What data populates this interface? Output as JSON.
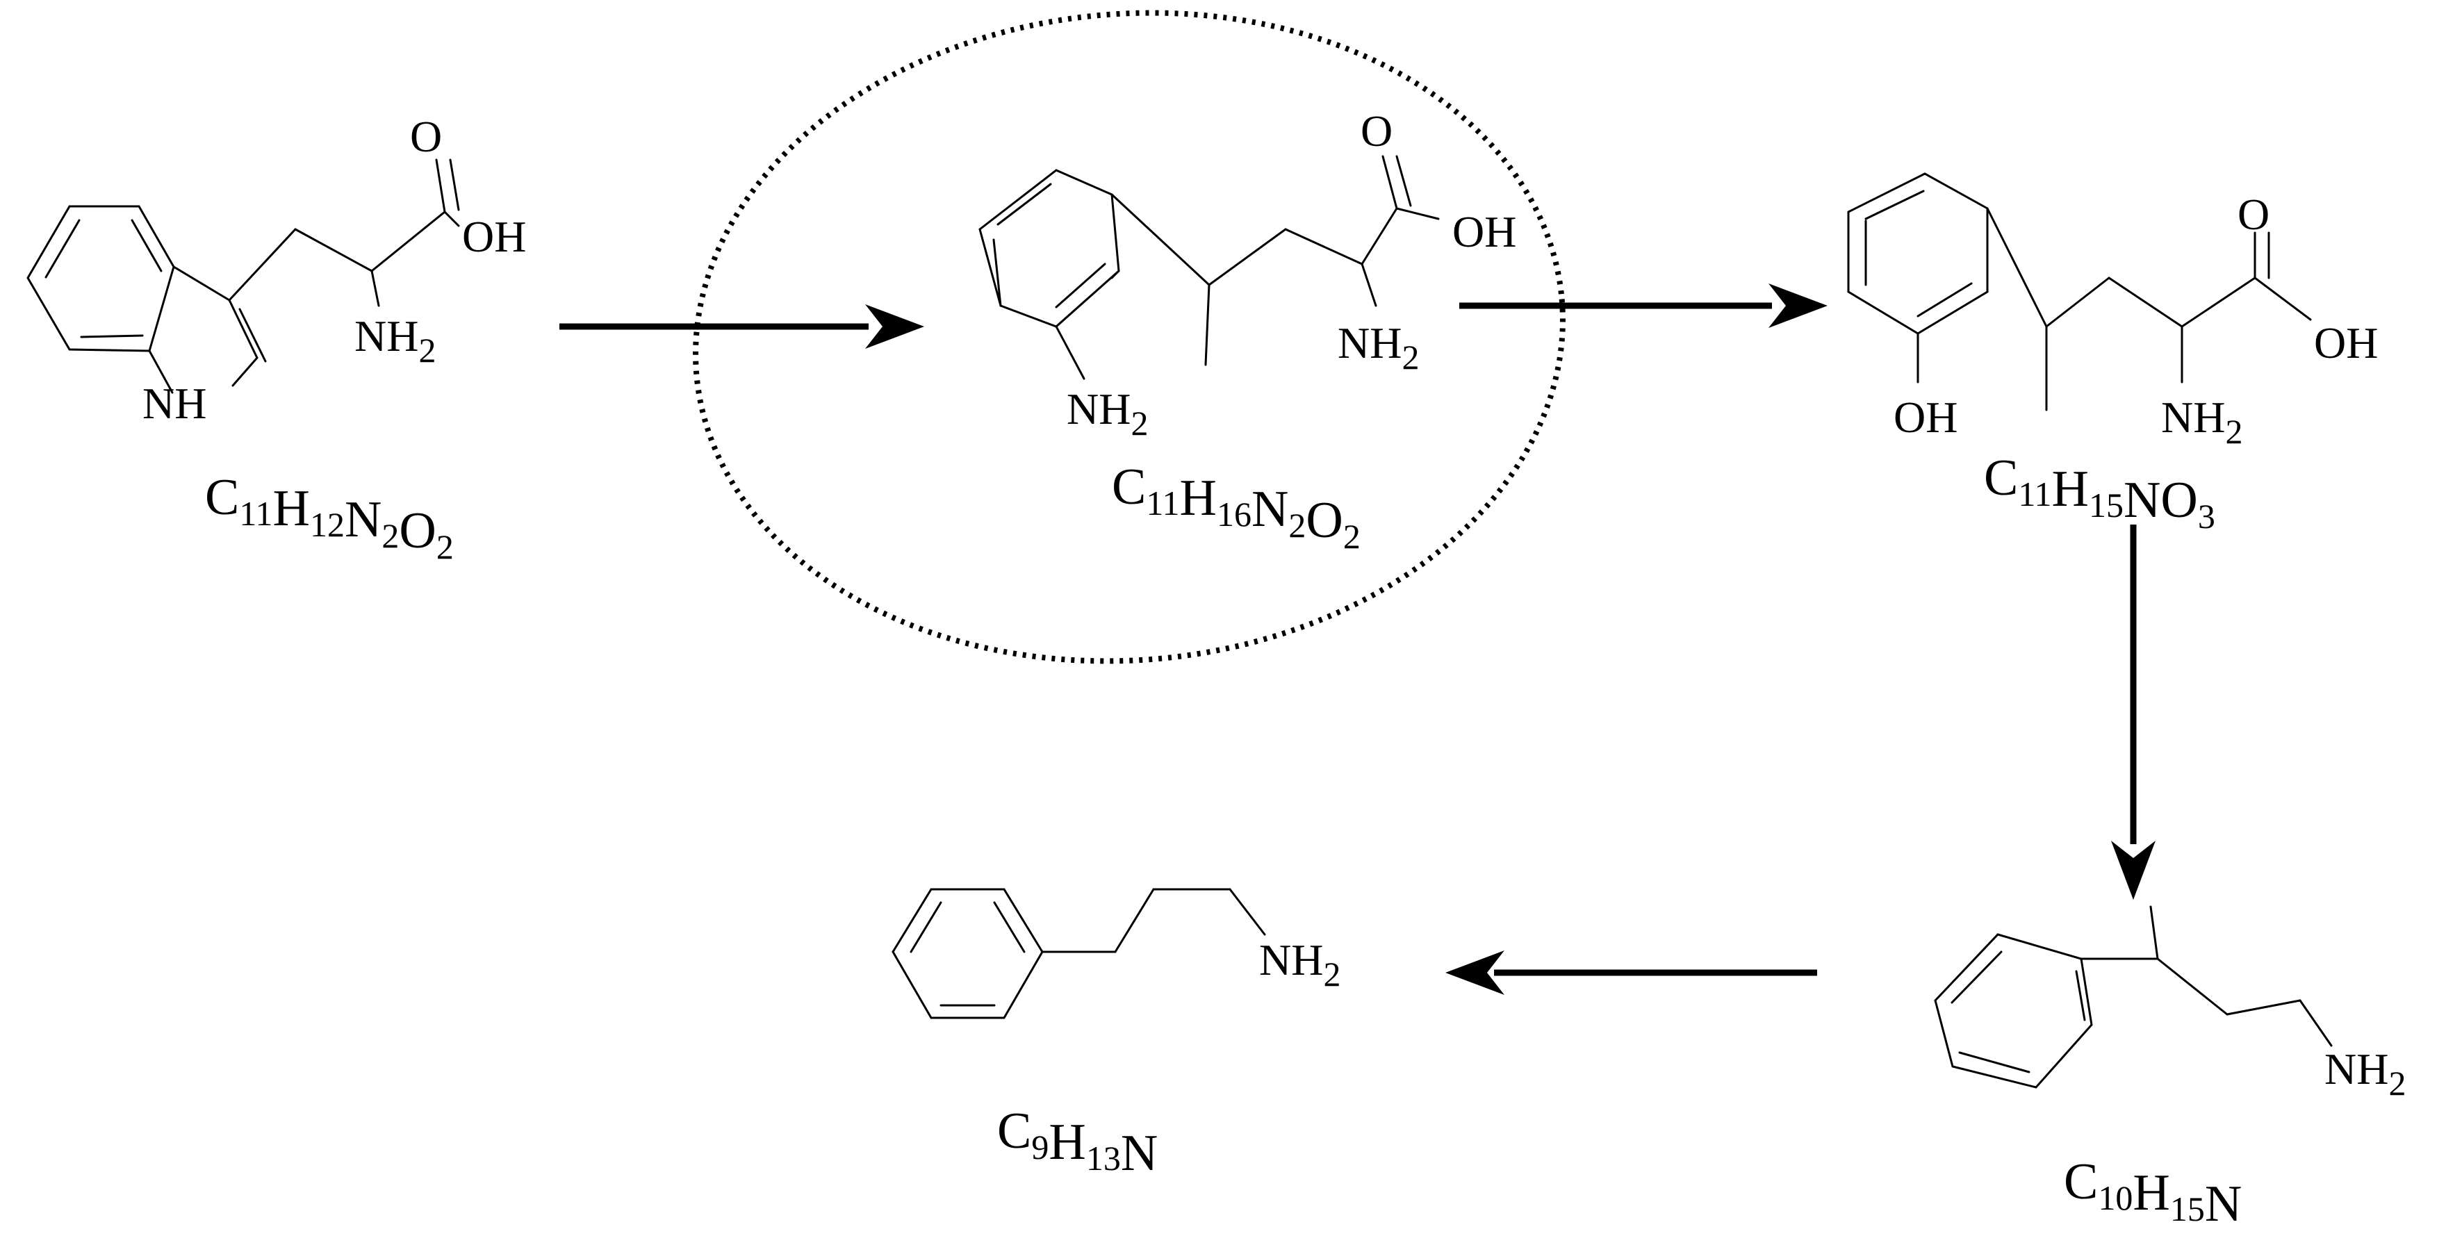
{
  "molecules": [
    {
      "id": "tryptophan",
      "atoms": {
        "carbonyl_o": "O",
        "hydroxyl": "OH",
        "amine": "NH2",
        "ring_nh": "NH"
      },
      "formula": {
        "parts": [
          {
            "t": "C",
            "s": "11"
          },
          {
            "t": "H",
            "s": "12"
          },
          {
            "t": "N",
            "s": "2"
          },
          {
            "t": "O",
            "s": "2"
          }
        ]
      }
    },
    {
      "id": "intermediate-aminophenyl",
      "atoms": {
        "carbonyl_o": "O",
        "hydroxyl": "OH",
        "amine": "NH2",
        "aryl_amine": "NH2"
      },
      "formula": {
        "parts": [
          {
            "t": "C",
            "s": "11"
          },
          {
            "t": "H",
            "s": "16"
          },
          {
            "t": "N",
            "s": "2"
          },
          {
            "t": "O",
            "s": "2"
          }
        ]
      }
    },
    {
      "id": "intermediate-hydroxyphenyl",
      "atoms": {
        "carbonyl_o": "O",
        "hydroxyl": "OH",
        "amine": "NH2",
        "phenol": "OH"
      },
      "formula": {
        "parts": [
          {
            "t": "C",
            "s": "11"
          },
          {
            "t": "H",
            "s": "15"
          },
          {
            "t": "N",
            "s": ""
          },
          {
            "t": "O",
            "s": "3"
          }
        ]
      }
    },
    {
      "id": "phenylbutylamine",
      "atoms": {
        "amine": "NH2"
      },
      "formula": {
        "parts": [
          {
            "t": "C",
            "s": "10"
          },
          {
            "t": "H",
            "s": "15"
          },
          {
            "t": "N",
            "s": ""
          }
        ]
      }
    },
    {
      "id": "phenylpropylamine",
      "atoms": {
        "amine": "NH2"
      },
      "formula": {
        "parts": [
          {
            "t": "C",
            "s": "9"
          },
          {
            "t": "H",
            "s": "13"
          },
          {
            "t": "N",
            "s": ""
          }
        ]
      }
    }
  ],
  "colors": {
    "ink": "#000000",
    "background": "#ffffff"
  }
}
